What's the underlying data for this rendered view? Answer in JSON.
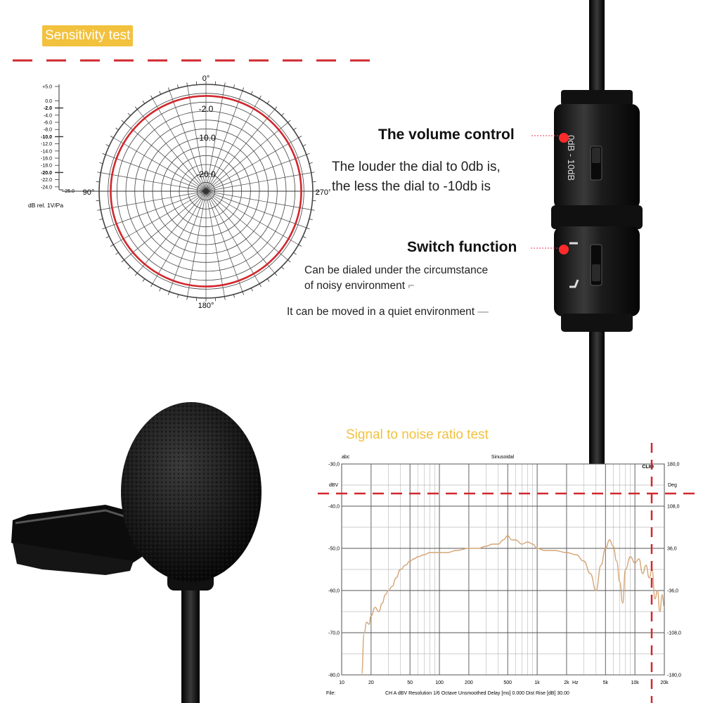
{
  "sensitivity": {
    "title": "Sensitivity test",
    "scale_labels": [
      "+5.0",
      "0.0",
      "-2.0",
      "-4.0",
      "-6.0",
      "-8.0",
      "-10.0",
      "-12.0",
      "-14.0",
      "-16.0",
      "-18.0",
      "-20.0",
      "-22.0",
      "-24.0"
    ],
    "scale_bottom": "-25.0",
    "scale_unit": "dB rel. 1V/Pa",
    "angle_labels": {
      "top": "0°",
      "left": "90°",
      "right": "270°",
      "bottom": "180°"
    },
    "ring_labels": [
      "-2.0",
      "-10.0",
      "-20.0"
    ],
    "accent_color": "#d0282e"
  },
  "volume": {
    "label": "The volume control",
    "desc_line1": "The louder the dial to 0db is,",
    "desc_line2": "the less the dial to -10db is",
    "dial_text": "0dB - 10dB"
  },
  "switch": {
    "label": "Switch function",
    "noisy_line1": "Can be dialed under the circumstance",
    "noisy_line2": "of noisy environment",
    "quiet": "It can be moved in a quiet environment"
  },
  "snr": {
    "title": "Signal to noise ratio test",
    "unit_top_left": "abc",
    "chart_caption": "Sinusoidal",
    "brand": "CLIO",
    "left_unit": "dBV",
    "right_unit": "Deg",
    "footer_left": "File:",
    "footer_info": "CH A  dBV  Resolution 1/6 Octave  Unsmoothed  Delay [ms] 0.000  Dist Rise [dB] 30.00",
    "hz_label": "Hz"
  },
  "chart_data": {
    "type": "line",
    "x_scale": "log",
    "xlim": [
      10,
      20000
    ],
    "ylim": [
      -80,
      -30
    ],
    "x_ticks": [
      {
        "v": 10,
        "label": "10"
      },
      {
        "v": 20,
        "label": "20"
      },
      {
        "v": 50,
        "label": "50"
      },
      {
        "v": 100,
        "label": "100"
      },
      {
        "v": 200,
        "label": "200"
      },
      {
        "v": 500,
        "label": "500"
      },
      {
        "v": 1000,
        "label": "1k"
      },
      {
        "v": 2000,
        "label": "2k"
      },
      {
        "v": 5000,
        "label": "5k"
      },
      {
        "v": 10000,
        "label": "10k"
      },
      {
        "v": 20000,
        "label": "20k"
      }
    ],
    "y_ticks": [
      {
        "v": -30,
        "label": "-30,0"
      },
      {
        "v": -40,
        "label": "-40,0"
      },
      {
        "v": -50,
        "label": "-50,0"
      },
      {
        "v": -60,
        "label": "-60,0"
      },
      {
        "v": -70,
        "label": "-70,0"
      },
      {
        "v": -80,
        "label": "-80,0"
      }
    ],
    "y2_ticks": [
      {
        "v": -30,
        "label": "180,0"
      },
      {
        "v": -40,
        "label": "108,0"
      },
      {
        "v": -50,
        "label": "36,0"
      },
      {
        "v": -60,
        "label": "-36,0"
      },
      {
        "v": -70,
        "label": "-108,0"
      },
      {
        "v": -80,
        "label": "-180,0"
      }
    ],
    "grid": true,
    "series": [
      {
        "color": "#d4a574",
        "x": [
          16,
          17,
          18,
          19,
          20,
          22,
          24,
          26,
          28,
          30,
          33,
          36,
          40,
          45,
          50,
          55,
          60,
          70,
          80,
          100,
          120,
          150,
          200,
          250,
          300,
          350,
          400,
          450,
          500,
          550,
          600,
          700,
          800,
          900,
          1000,
          1200,
          1500,
          2000,
          2500,
          3000,
          3500,
          4000,
          4500,
          5000,
          5500,
          6000,
          6500,
          7000,
          7500,
          8000,
          9000,
          10000,
          11000,
          12000,
          13000,
          14000,
          15000,
          16000,
          17000,
          18000,
          19000,
          20000
        ],
        "y": [
          -80,
          -70,
          -67.5,
          -68,
          -66,
          -64,
          -65,
          -63,
          -61,
          -60,
          -59,
          -57,
          -55,
          -54,
          -53,
          -52.5,
          -52,
          -51.5,
          -51,
          -51,
          -51,
          -50.5,
          -50,
          -50,
          -49.5,
          -49,
          -49,
          -48,
          -47,
          -48,
          -48,
          -49,
          -48.5,
          -49,
          -50,
          -50.5,
          -50.5,
          -51,
          -51.5,
          -53,
          -56,
          -60,
          -54,
          -50,
          -48,
          -49.5,
          -53,
          -58,
          -63,
          -55,
          -52,
          -53.5,
          -52.5,
          -56,
          -54,
          -57,
          -55,
          -62,
          -60,
          -65,
          -61,
          -64
        ]
      }
    ]
  }
}
